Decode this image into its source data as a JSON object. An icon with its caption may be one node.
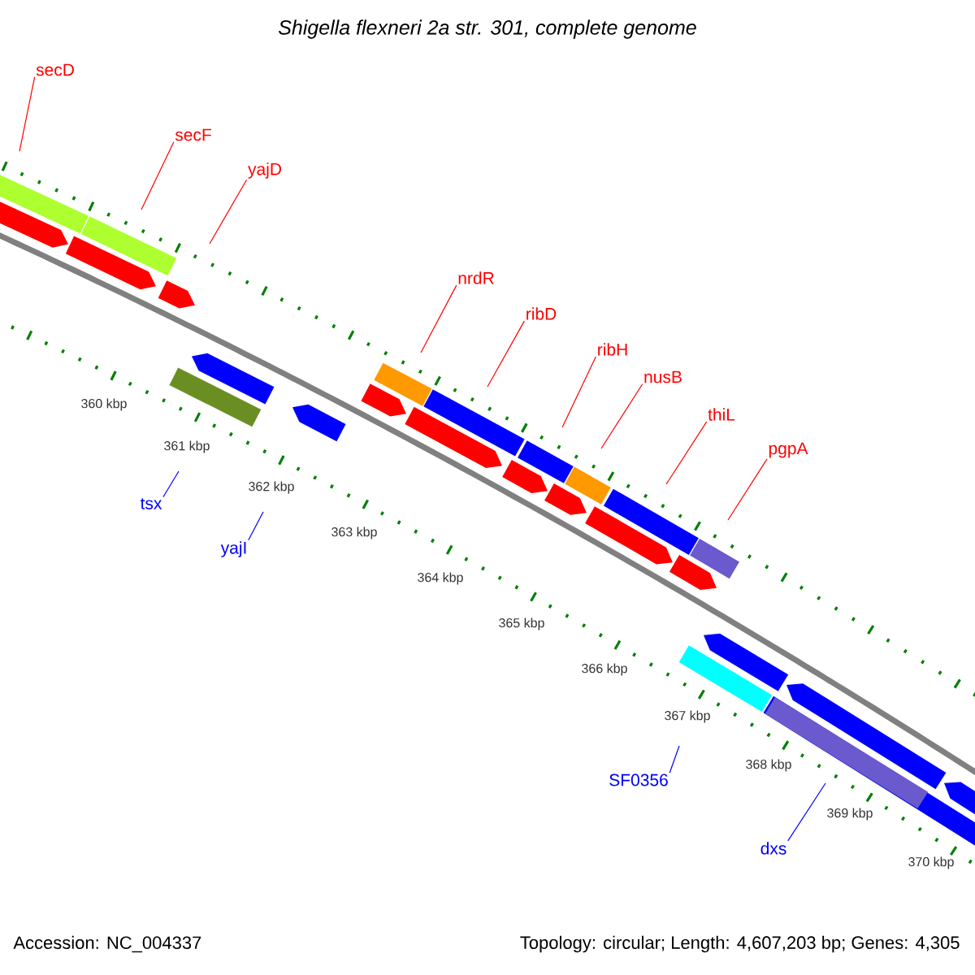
{
  "diagram": {
    "title": "Shigella flexneri 2a str. 301, complete genome",
    "nodes": [
      {
        "text": [
          "secD"
        ]
      },
      {
        "text": [
          "secF"
        ]
      },
      {
        "text": [
          "yajD"
        ]
      },
      {
        "text": [
          "tsx"
        ]
      },
      {
        "text": [
          "yajI"
        ]
      },
      {
        "text": [
          "nrdR"
        ]
      },
      {
        "text": [
          "ribD"
        ]
      },
      {
        "text": [
          "ribH"
        ]
      },
      {
        "text": [
          "nusB"
        ]
      },
      {
        "text": [
          "thiL"
        ]
      },
      {
        "text": [
          "pgpA"
        ]
      },
      {
        "text": [
          "SF0356"
        ]
      },
      {
        "text": [
          "dxs"
        ]
      }
    ],
    "edges": [
      {
        "from": 0,
        "to": null,
        "arrow": "none"
      },
      {
        "from": 1,
        "to": null,
        "arrow": "none"
      },
      {
        "from": 2,
        "to": null,
        "arrow": "none"
      },
      {
        "from": 3,
        "to": null,
        "arrow": "none",
        "color": "#0000ff"
      },
      {
        "from": 4,
        "to": null,
        "arrow": "none",
        "color": "#0000ff"
      },
      {
        "from": 5,
        "to": null,
        "arrow": "none"
      },
      {
        "from": 6,
        "to": null,
        "arrow": "none"
      },
      {
        "from": 7,
        "to": null,
        "arrow": "none"
      },
      {
        "from": 8,
        "to": null,
        "arrow": "none"
      },
      {
        "from": 9,
        "to": null,
        "arrow": "none"
      },
      {
        "from": 10,
        "to": null,
        "arrow": "none"
      },
      {
        "from": 11,
        "to": null,
        "arrow": "none",
        "color": "#0000ff"
      },
      {
        "from": 12,
        "to": null,
        "arrow": "none",
        "color": "#0000ff"
      }
    ],
    "labels": [
      "360 kbp",
      "361 kbp",
      "362 kbp",
      "363 kbp",
      "364 kbp",
      "365 kbp",
      "366 kbp",
      "367 kbp",
      "368 kbp",
      "369 kbp",
      "370 kbp",
      "Accession: NC_004337",
      "Topology: circular; Length: 4,607,203 bp; Genes: 4,305"
    ]
  }
}
